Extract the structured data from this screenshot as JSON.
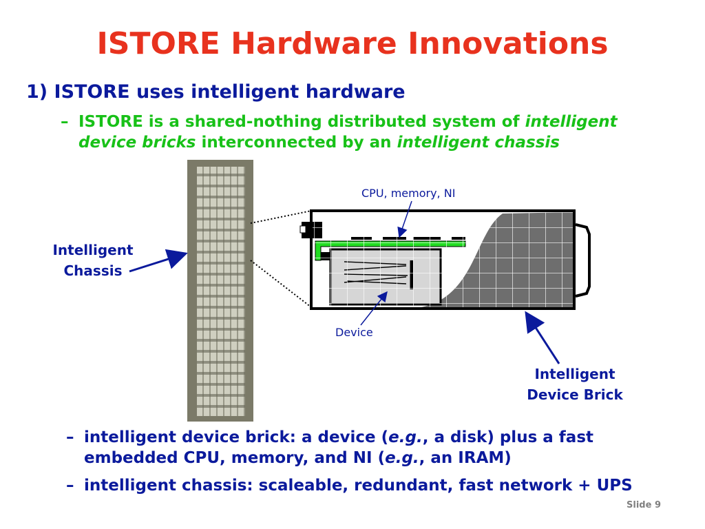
{
  "slide": {
    "title": "ISTORE Hardware Innovations",
    "point1": "1) ISTORE uses intelligent hardware",
    "sub_point": {
      "dash": "–",
      "part1": "ISTORE is a shared-nothing distributed system of ",
      "part2": "intelligent device bricks",
      "part3": " interconnected by an ",
      "part4": "intelligent chassis"
    },
    "labels": {
      "chassis_line1": "Intelligent",
      "chassis_line2": "Chassis",
      "cpu": "CPU, memory, NI",
      "device": "Device",
      "brick_line1": "Intelligent",
      "brick_line2": "Device Brick"
    },
    "bullets": [
      {
        "dash": "–",
        "p1": "intelligent device brick: a device (",
        "p2": "e.g.",
        "p3": ", a disk) plus a fast embedded CPU, memory, and NI (",
        "p4": "e.g.",
        "p5": ", an IRAM)"
      },
      {
        "dash": "–",
        "text": "intelligent chassis: scaleable, redundant, fast network + UPS"
      }
    ],
    "slide_number": "Slide 9"
  },
  "colors": {
    "title": "#e8321e",
    "text": "#0b1a9c",
    "sub_text": "#18c118",
    "board_green": "#22dd22",
    "brick_fill": "#6e6e6e"
  }
}
